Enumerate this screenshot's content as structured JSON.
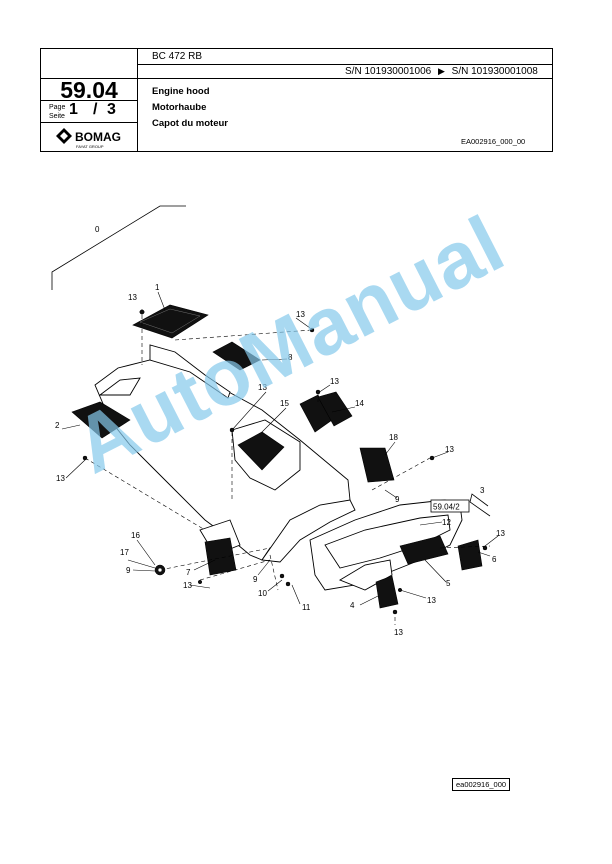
{
  "header": {
    "model": "BC 472 RB",
    "section_number": "59.04",
    "serial_from": "S/N 101930001006",
    "serial_arrow": "▶",
    "serial_to": "S/N 101930001008",
    "page_label_en": "Page",
    "page_label_de": "Seite",
    "page_current": "1",
    "page_separator": "/",
    "page_total": "3",
    "title_en": "Engine hood",
    "title_de": "Motorhaube",
    "title_fr": "Capot du moteur",
    "doc_id": "EA002916_000_00",
    "logo_text": "BOMAG",
    "logo_subtext": "FAYAT GROUP"
  },
  "diagram": {
    "ref_box": "59.04/2",
    "callouts": [
      "0",
      "1",
      "2",
      "3",
      "4",
      "5",
      "6",
      "7",
      "8",
      "9",
      "9",
      "9",
      "10",
      "11",
      "12",
      "13",
      "13",
      "13",
      "13",
      "13",
      "13",
      "13",
      "13",
      "13",
      "13",
      "14",
      "15",
      "16",
      "17",
      "18"
    ]
  },
  "footer": {
    "image_ref": "ea002916_000"
  },
  "watermark": {
    "text": "AutoManual",
    "color": "#86c9ec"
  }
}
